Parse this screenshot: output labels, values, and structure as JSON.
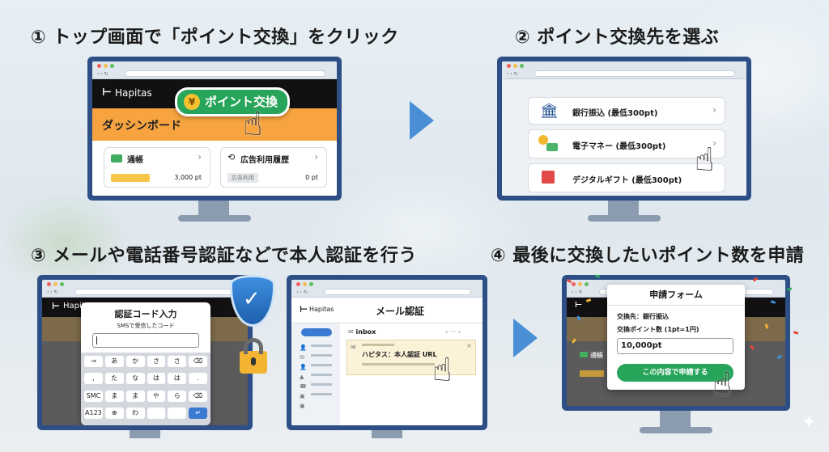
{
  "steps": {
    "s1": "① トップ画面で「ポイント交換」をクリック",
    "s2": "② ポイント交換先を選ぶ",
    "s3": "③ メールや電話番号認証などで本人認証を行う",
    "s4": "④ 最後に交換したいポイント数を申請"
  },
  "m1": {
    "brand": "Hapitas",
    "exchange_button": "ポイント交換",
    "yen": "¥",
    "dashboard": "ダッシンボード",
    "card1": "通帳",
    "card2": "広告利用履歴",
    "card1_value": "3,000 pt",
    "card2_tag": "広告利用",
    "card2_value": "0 pt"
  },
  "m2": {
    "options": [
      "銀行振込 (最低300pt)",
      "電子マネー (最低300pt)",
      "デジタルギフト (最低300pt)"
    ]
  },
  "m3": {
    "brand": "Hapitas",
    "dialog_title": "認証コード入力",
    "dialog_sub": "SMSで受信したコード",
    "keys": [
      [
        "→",
        "あ",
        "か",
        "さ",
        "さ",
        "⌫"
      ],
      [
        ",",
        "た",
        "な",
        "は",
        "は",
        "."
      ],
      [
        "SMC",
        "ま",
        "ま",
        "や",
        "ら",
        "⌫"
      ],
      [
        "A123",
        "⊕",
        "わ",
        "",
        "",
        "↵"
      ]
    ]
  },
  "m3b": {
    "brand": "Hapitas",
    "title": "メール認証",
    "inbox": "inbox",
    "mail_subject": "ハピタス：本人認証 URL"
  },
  "m4": {
    "form_title": "申請フォーム",
    "dest": "交換先：銀行振込",
    "points_label": "交換ポイント数 (1pt=1円)",
    "points_value": "10,000pt",
    "submit": "この内容で申請する",
    "bg_label": "通帳"
  },
  "colors": {
    "accent_blue": "#4a8fd6",
    "green": "#27a55a",
    "orange": "#f6a340",
    "monitor": "#2d4f86"
  }
}
